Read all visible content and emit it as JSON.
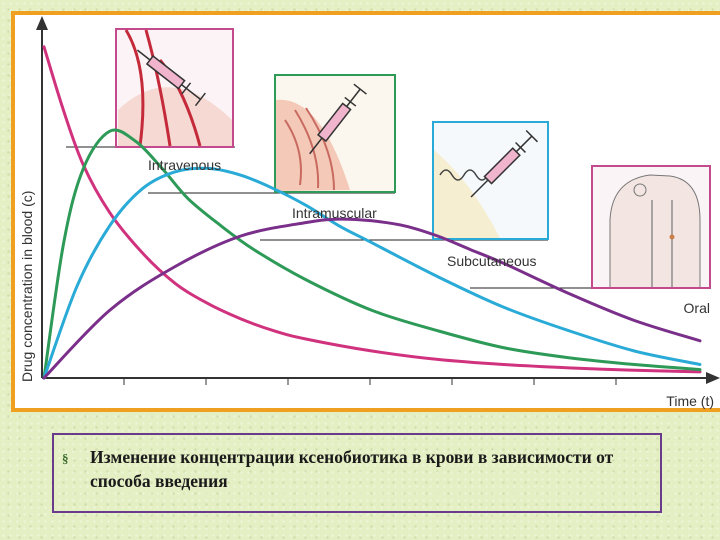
{
  "caption": {
    "bullet": "§",
    "text": "Изменение концентрации ксенобиотика в крови в зависимости от способа введения"
  },
  "chart_data": {
    "type": "line",
    "xlabel": "Time (t)",
    "ylabel": "Drug concentration in blood (c)",
    "xlim": [
      0,
      100
    ],
    "ylim": [
      0,
      100
    ],
    "series": [
      {
        "name": "Intravenous",
        "color": "#d0327e",
        "x": [
          0,
          3,
          6,
          10,
          15,
          20,
          25,
          30,
          35,
          40,
          50,
          60,
          70,
          80,
          90,
          100
        ],
        "y": [
          98,
          79,
          63,
          49,
          37,
          28,
          22,
          17.5,
          14,
          11.5,
          8,
          5.5,
          4,
          3,
          2.3,
          1.8
        ]
      },
      {
        "name": "Intramuscular",
        "color": "#2e9a58",
        "x": [
          0,
          3,
          6,
          10,
          14,
          18,
          22,
          27,
          32,
          40,
          50,
          60,
          70,
          80,
          90,
          100
        ],
        "y": [
          0,
          40,
          62,
          73,
          70,
          62,
          53,
          45,
          38,
          29,
          20,
          14,
          9,
          6,
          4,
          2.5
        ]
      },
      {
        "name": "Subcutaneous",
        "color": "#2aaad6",
        "x": [
          0,
          5,
          10,
          15,
          20,
          25,
          30,
          35,
          40,
          45,
          50,
          60,
          70,
          80,
          90,
          100
        ],
        "y": [
          0,
          27,
          45,
          56,
          61,
          62,
          60,
          56,
          51,
          45,
          40,
          30,
          21,
          14,
          8,
          4
        ]
      },
      {
        "name": "Oral",
        "color": "#7a2f8a",
        "x": [
          0,
          10,
          20,
          30,
          40,
          45,
          50,
          55,
          60,
          65,
          70,
          80,
          90,
          100
        ],
        "y": [
          0,
          20,
          33,
          42,
          46,
          47,
          46.5,
          45,
          42,
          38,
          34,
          25,
          17,
          11
        ]
      }
    ]
  }
}
